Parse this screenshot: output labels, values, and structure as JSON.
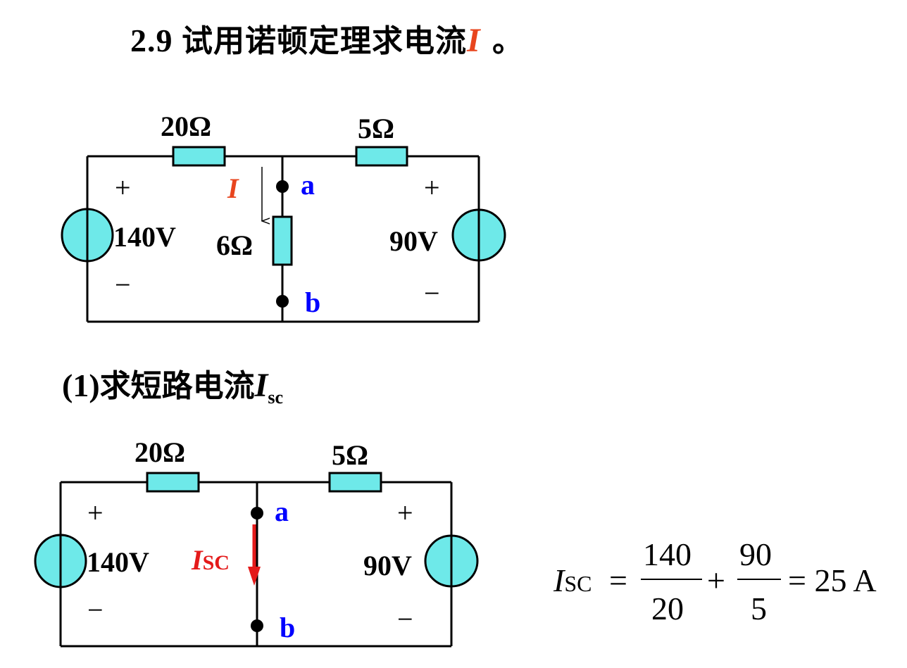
{
  "title": {
    "number": "2.9 ",
    "text": "试用诺顿定理求电流",
    "variable": "I",
    "end": " 。"
  },
  "step": {
    "index": "(1)",
    "text": "求短路电流",
    "variable": "I",
    "subscript": "sc"
  },
  "circuit1": {
    "r_left": "20Ω",
    "r_right": "5Ω",
    "r_mid": "6Ω",
    "v_left": "140V",
    "v_right": "90V",
    "node_a": "a",
    "node_b": "b",
    "current": "I",
    "plus": "+",
    "minus": "−"
  },
  "circuit2": {
    "r_left": "20Ω",
    "r_right": "5Ω",
    "v_left": "140V",
    "v_right": "90V",
    "node_a": "a",
    "node_b": "b",
    "current_var": "I",
    "current_sub": "SC",
    "plus": "+",
    "minus": "−"
  },
  "equation": {
    "lhs_var": "I",
    "lhs_sub": "SC",
    "eq": "=",
    "frac1_num": "140",
    "frac1_den": "20",
    "plus": "+",
    "frac2_num": "90",
    "frac2_den": "5",
    "result": "= 25 A"
  },
  "colors": {
    "component_fill": "#6ee9e9",
    "node_label": "#0000ff",
    "current_label": "#e8451e",
    "short_current": "#e41a1a"
  }
}
